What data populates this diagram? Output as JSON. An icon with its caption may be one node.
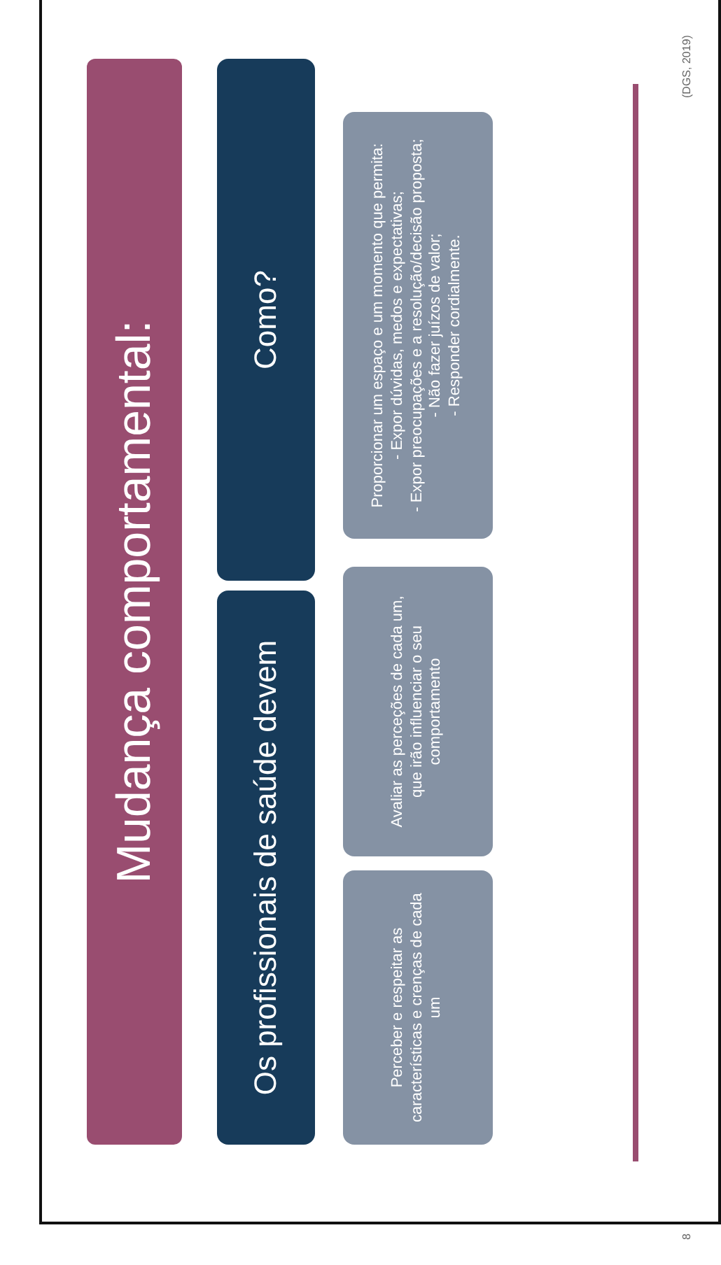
{
  "diagram": {
    "title": "Mudança comportamental:",
    "nodes": [
      {
        "text": [
          "Os profissionais de saúde devem"
        ]
      },
      {
        "text": [
          "Como?"
        ]
      },
      {
        "text": [
          "Perceber e respeitar as características e crenças de cada um"
        ]
      },
      {
        "text": [
          "Avaliar as perceções de cada um, que irão influenciar o seu comportamento"
        ]
      },
      {
        "text": [
          "Proporcionar um espaço e um momento que permita:",
          "- Expor dúvidas, medos e expectativas;",
          "- Expor preocupações e a resolução/decisão proposta;",
          "- Não fazer juízos de valor;",
          "- Responder cordialmente."
        ]
      }
    ],
    "labels": [
      "(DGS, 2019)",
      "8"
    ]
  }
}
